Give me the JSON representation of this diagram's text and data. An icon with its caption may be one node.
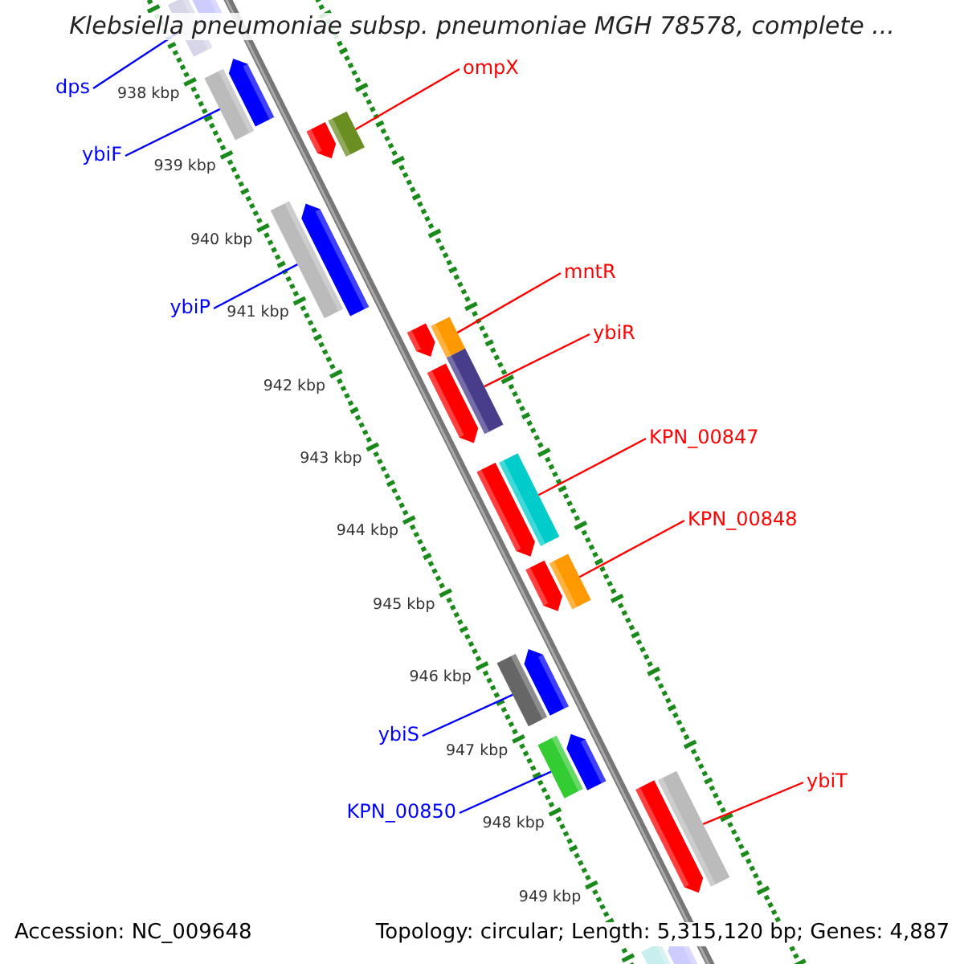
{
  "diagram": {
    "title": "Klebsiella pneumoniae subsp. pneumoniae MGH 78578, complete ...",
    "nodes": [
      {
        "text": [
          "dps"
        ]
      },
      {
        "text": [
          "ybiF"
        ]
      },
      {
        "text": [
          "ybiP"
        ]
      },
      {
        "text": [
          "ybiS"
        ]
      },
      {
        "text": [
          "KPN_00850"
        ]
      },
      {
        "text": [
          "ompX"
        ]
      },
      {
        "text": [
          "mntR"
        ]
      },
      {
        "text": [
          "ybiR"
        ]
      },
      {
        "text": [
          "KPN_00847"
        ]
      },
      {
        "text": [
          "KPN_00848"
        ]
      },
      {
        "text": [
          "ybiT"
        ]
      },
      {
        "text": [],
        "shape": "bar"
      },
      {
        "text": [],
        "shape": "bar"
      },
      {
        "text": [],
        "shape": "bar"
      },
      {
        "text": [],
        "shape": "bar"
      },
      {
        "text": [],
        "shape": "bar"
      },
      {
        "text": [],
        "shape": "bar"
      },
      {
        "text": [],
        "shape": "bar"
      },
      {
        "text": [],
        "shape": "bar"
      },
      {
        "text": [],
        "shape": "bar"
      },
      {
        "text": [],
        "shape": "bar"
      },
      {
        "text": [],
        "shape": "bar"
      }
    ],
    "edges": [
      {
        "from": 0,
        "to": 11,
        "arrow": "none",
        "color": "#0000ff"
      },
      {
        "from": 1,
        "to": 12,
        "arrow": "none",
        "color": "#0000ff"
      },
      {
        "from": 2,
        "to": 13,
        "arrow": "none",
        "color": "#0000ff"
      },
      {
        "from": 3,
        "to": 14,
        "arrow": "none",
        "color": "#0000ff"
      },
      {
        "from": 4,
        "to": 15,
        "arrow": "none",
        "color": "#0000ff"
      },
      {
        "from": 5,
        "to": 16,
        "arrow": "none"
      },
      {
        "from": 6,
        "to": 17,
        "arrow": "none"
      },
      {
        "from": 7,
        "to": 18,
        "arrow": "none"
      },
      {
        "from": 8,
        "to": 19,
        "arrow": "none"
      },
      {
        "from": 9,
        "to": 20,
        "arrow": "none"
      },
      {
        "from": 10,
        "to": 21,
        "arrow": "none"
      }
    ],
    "labels": [
      "938 kbp",
      "939 kbp",
      "940 kbp",
      "941 kbp",
      "942 kbp",
      "943 kbp",
      "944 kbp",
      "945 kbp",
      "946 kbp",
      "947 kbp",
      "948 kbp",
      "949 kbp",
      "Accession: NC_009648",
      "Topology: circular; Length: 5,315,120 bp; Genes: 4,887"
    ]
  }
}
